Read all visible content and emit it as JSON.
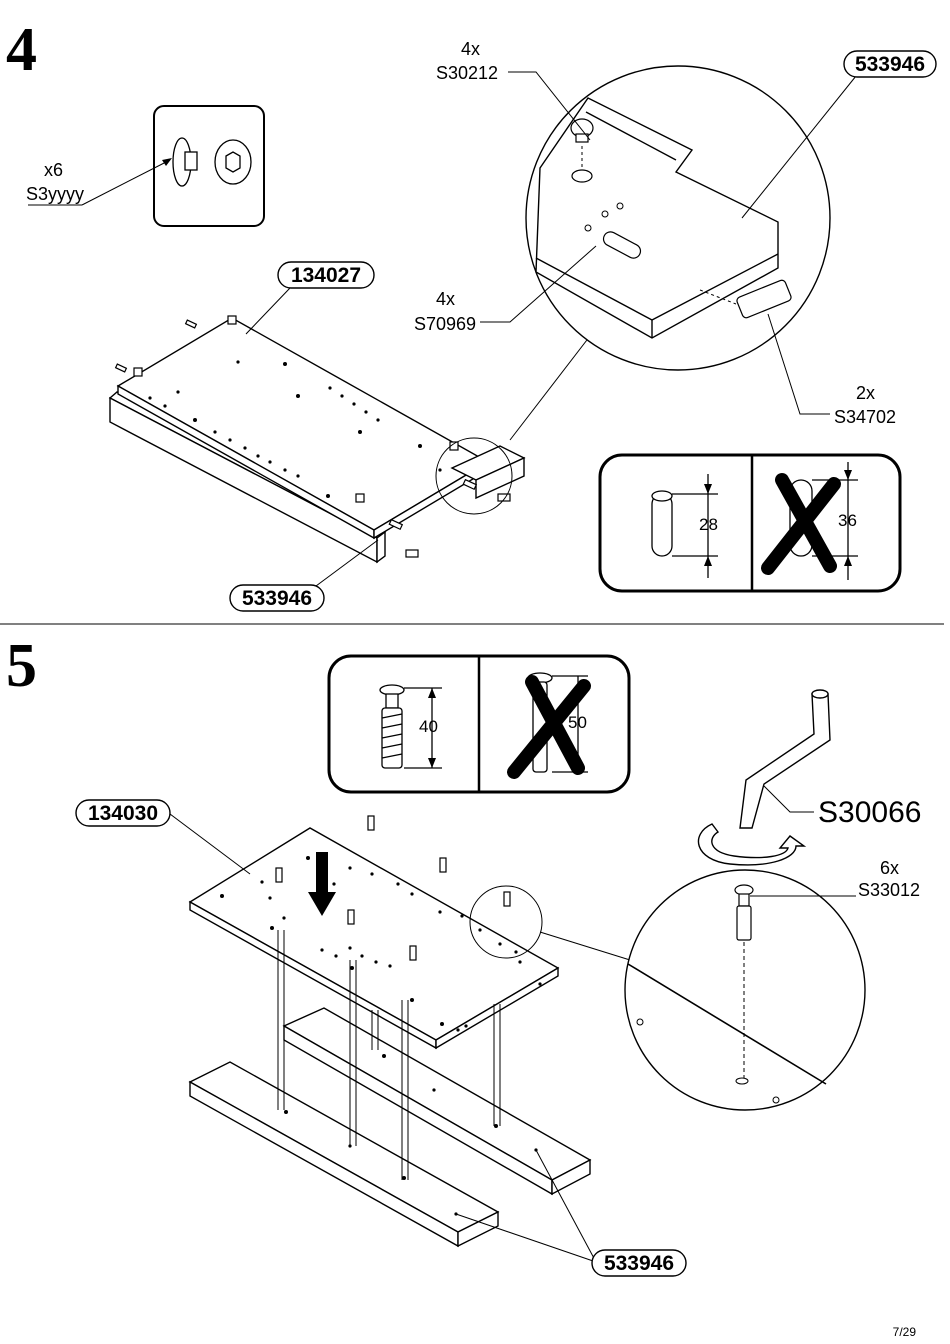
{
  "steps": {
    "s4": {
      "number": "4",
      "hw1": {
        "qty": "x6",
        "code": "S3yyyy"
      },
      "hw2": {
        "qty": "4x",
        "code": "S30212"
      },
      "hw3": {
        "qty": "4x",
        "code": "S70969"
      },
      "hw4": {
        "qty": "2x",
        "code": "S34702"
      },
      "panel_top": "134027",
      "panel_side_a": "533946",
      "panel_side_b": "533946",
      "dim_ok": "28",
      "dim_wrong": "36"
    },
    "s5": {
      "number": "5",
      "panel_top": "134030",
      "panel_sides": "533946",
      "tool": "S30066",
      "hw1": {
        "qty": "6x",
        "code": "S33012"
      },
      "dim_ok": "40",
      "dim_wrong": "50"
    }
  },
  "page_number": "7/29"
}
